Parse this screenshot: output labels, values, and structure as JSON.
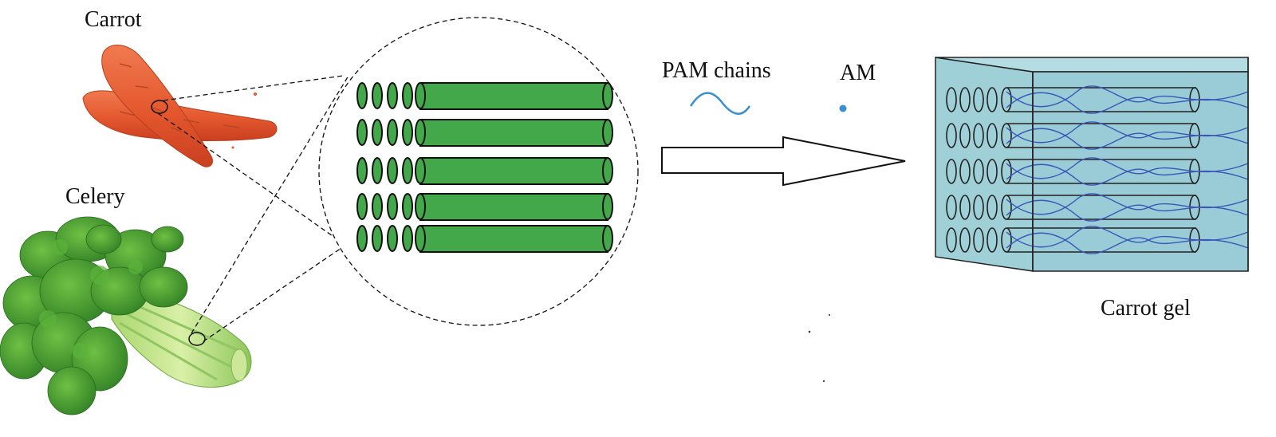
{
  "labels": {
    "carrot": "Carrot",
    "celery": "Celery",
    "pam_chains": "PAM chains",
    "am": "AM",
    "carrot_gel": "Carrot gel"
  },
  "colors": {
    "fiber_green": "#43a84a",
    "gel_blue": "#99ccd6",
    "pam_blue": "#3a56b7",
    "am_dot": "#3b8fcf",
    "carrot_orange": "#e4572e",
    "celery_green": "#4f9c2f"
  },
  "icons": {
    "carrot": "carrot-icon",
    "celery": "celery-icon",
    "pam_chain": "wave-icon",
    "am": "dot-icon",
    "arrow": "right-arrow-icon"
  }
}
